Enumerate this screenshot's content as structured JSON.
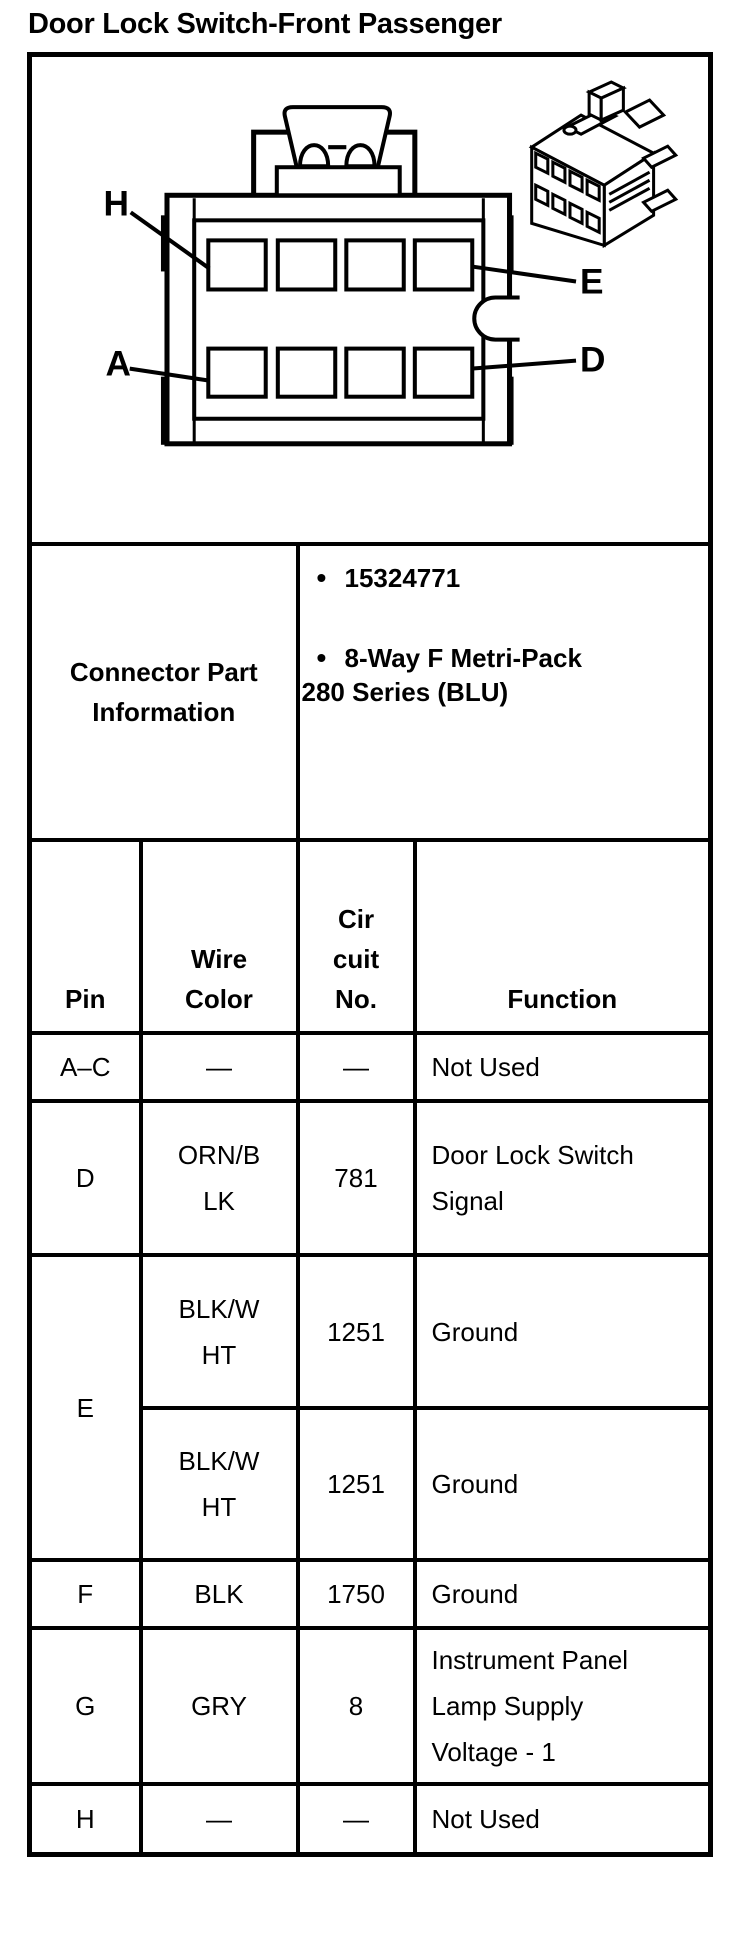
{
  "title": "Door Lock Switch-Front Passenger",
  "diagram": {
    "pin_labels": {
      "h": "H",
      "a": "A",
      "e": "E",
      "d": "D"
    }
  },
  "connector_part_info": {
    "label": "Connector Part\nInformation",
    "bullet_1": "15324771",
    "bullet_2": "8-Way F Metri-Pack",
    "bullet_2_continued": "280 Series (BLU)",
    "bullet_char": "•"
  },
  "pin_table": {
    "headers": {
      "pin": "Pin",
      "wire_color": "Wire\nColor",
      "circuit_no": "Cir\ncuit\nNo.",
      "function": "Function"
    },
    "rows": [
      {
        "pin": "A–C",
        "wire_color": "—",
        "circuit_no": "—",
        "function": "Not Used"
      },
      {
        "pin": "D",
        "wire_color": "ORN/B\nLK",
        "circuit_no": "781",
        "function": "Door Lock Switch\nSignal"
      },
      {
        "pin": "E",
        "wire_color": "BLK/W\nHT",
        "circuit_no": "1251",
        "function": "Ground"
      },
      {
        "wire_color": "BLK/W\nHT",
        "circuit_no": "1251",
        "function": "Ground"
      },
      {
        "pin": "F",
        "wire_color": "BLK",
        "circuit_no": "1750",
        "function": "Ground"
      },
      {
        "pin": "G",
        "wire_color": "GRY",
        "circuit_no": "8",
        "function": "Instrument Panel\nLamp Supply\nVoltage - 1"
      },
      {
        "pin": "H",
        "wire_color": "—",
        "circuit_no": "—",
        "function": "Not Used"
      }
    ]
  },
  "colors": {
    "ink": "#000000",
    "paper": "#ffffff"
  }
}
